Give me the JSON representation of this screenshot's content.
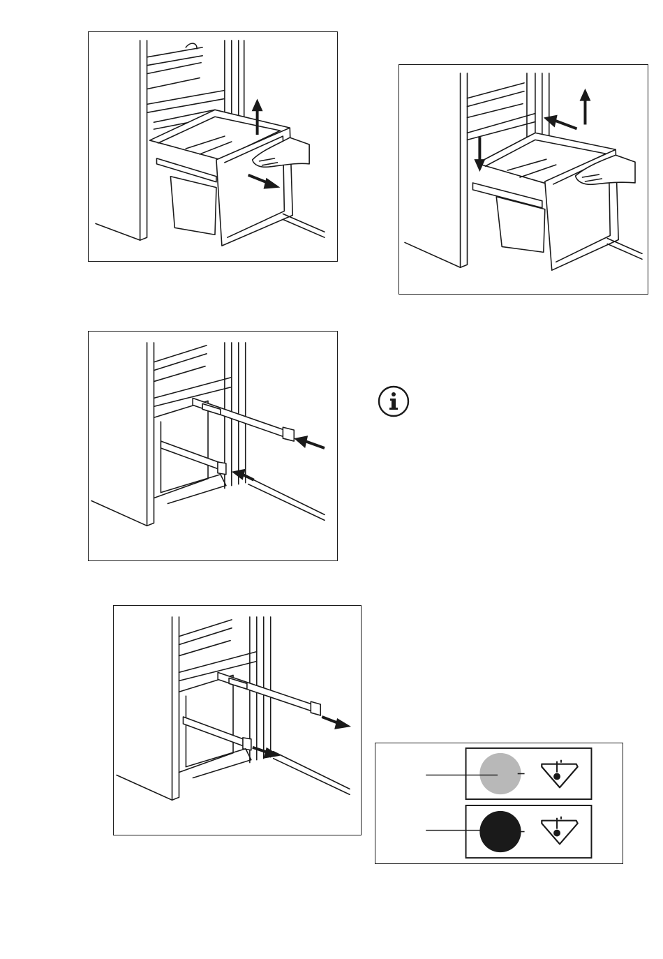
{
  "figures": [
    {
      "name": "figure-drawer-lift-out",
      "icon": "drawer-removal-illustration"
    },
    {
      "name": "figure-drawer-reinsert",
      "icon": "drawer-insertion-illustration"
    },
    {
      "name": "figure-rails-push-in",
      "icon": "rails-push-in-illustration"
    },
    {
      "name": "figure-rails-pull-out",
      "icon": "rails-pull-out-illustration"
    }
  ],
  "info_icon": "info-icon",
  "indicator_panel": {
    "indicators": [
      {
        "state": "off",
        "color": "#b8b8b8",
        "icon": "temperature-warning-icon"
      },
      {
        "state": "on",
        "color": "#1a1a1a",
        "icon": "temperature-warning-icon"
      }
    ]
  }
}
